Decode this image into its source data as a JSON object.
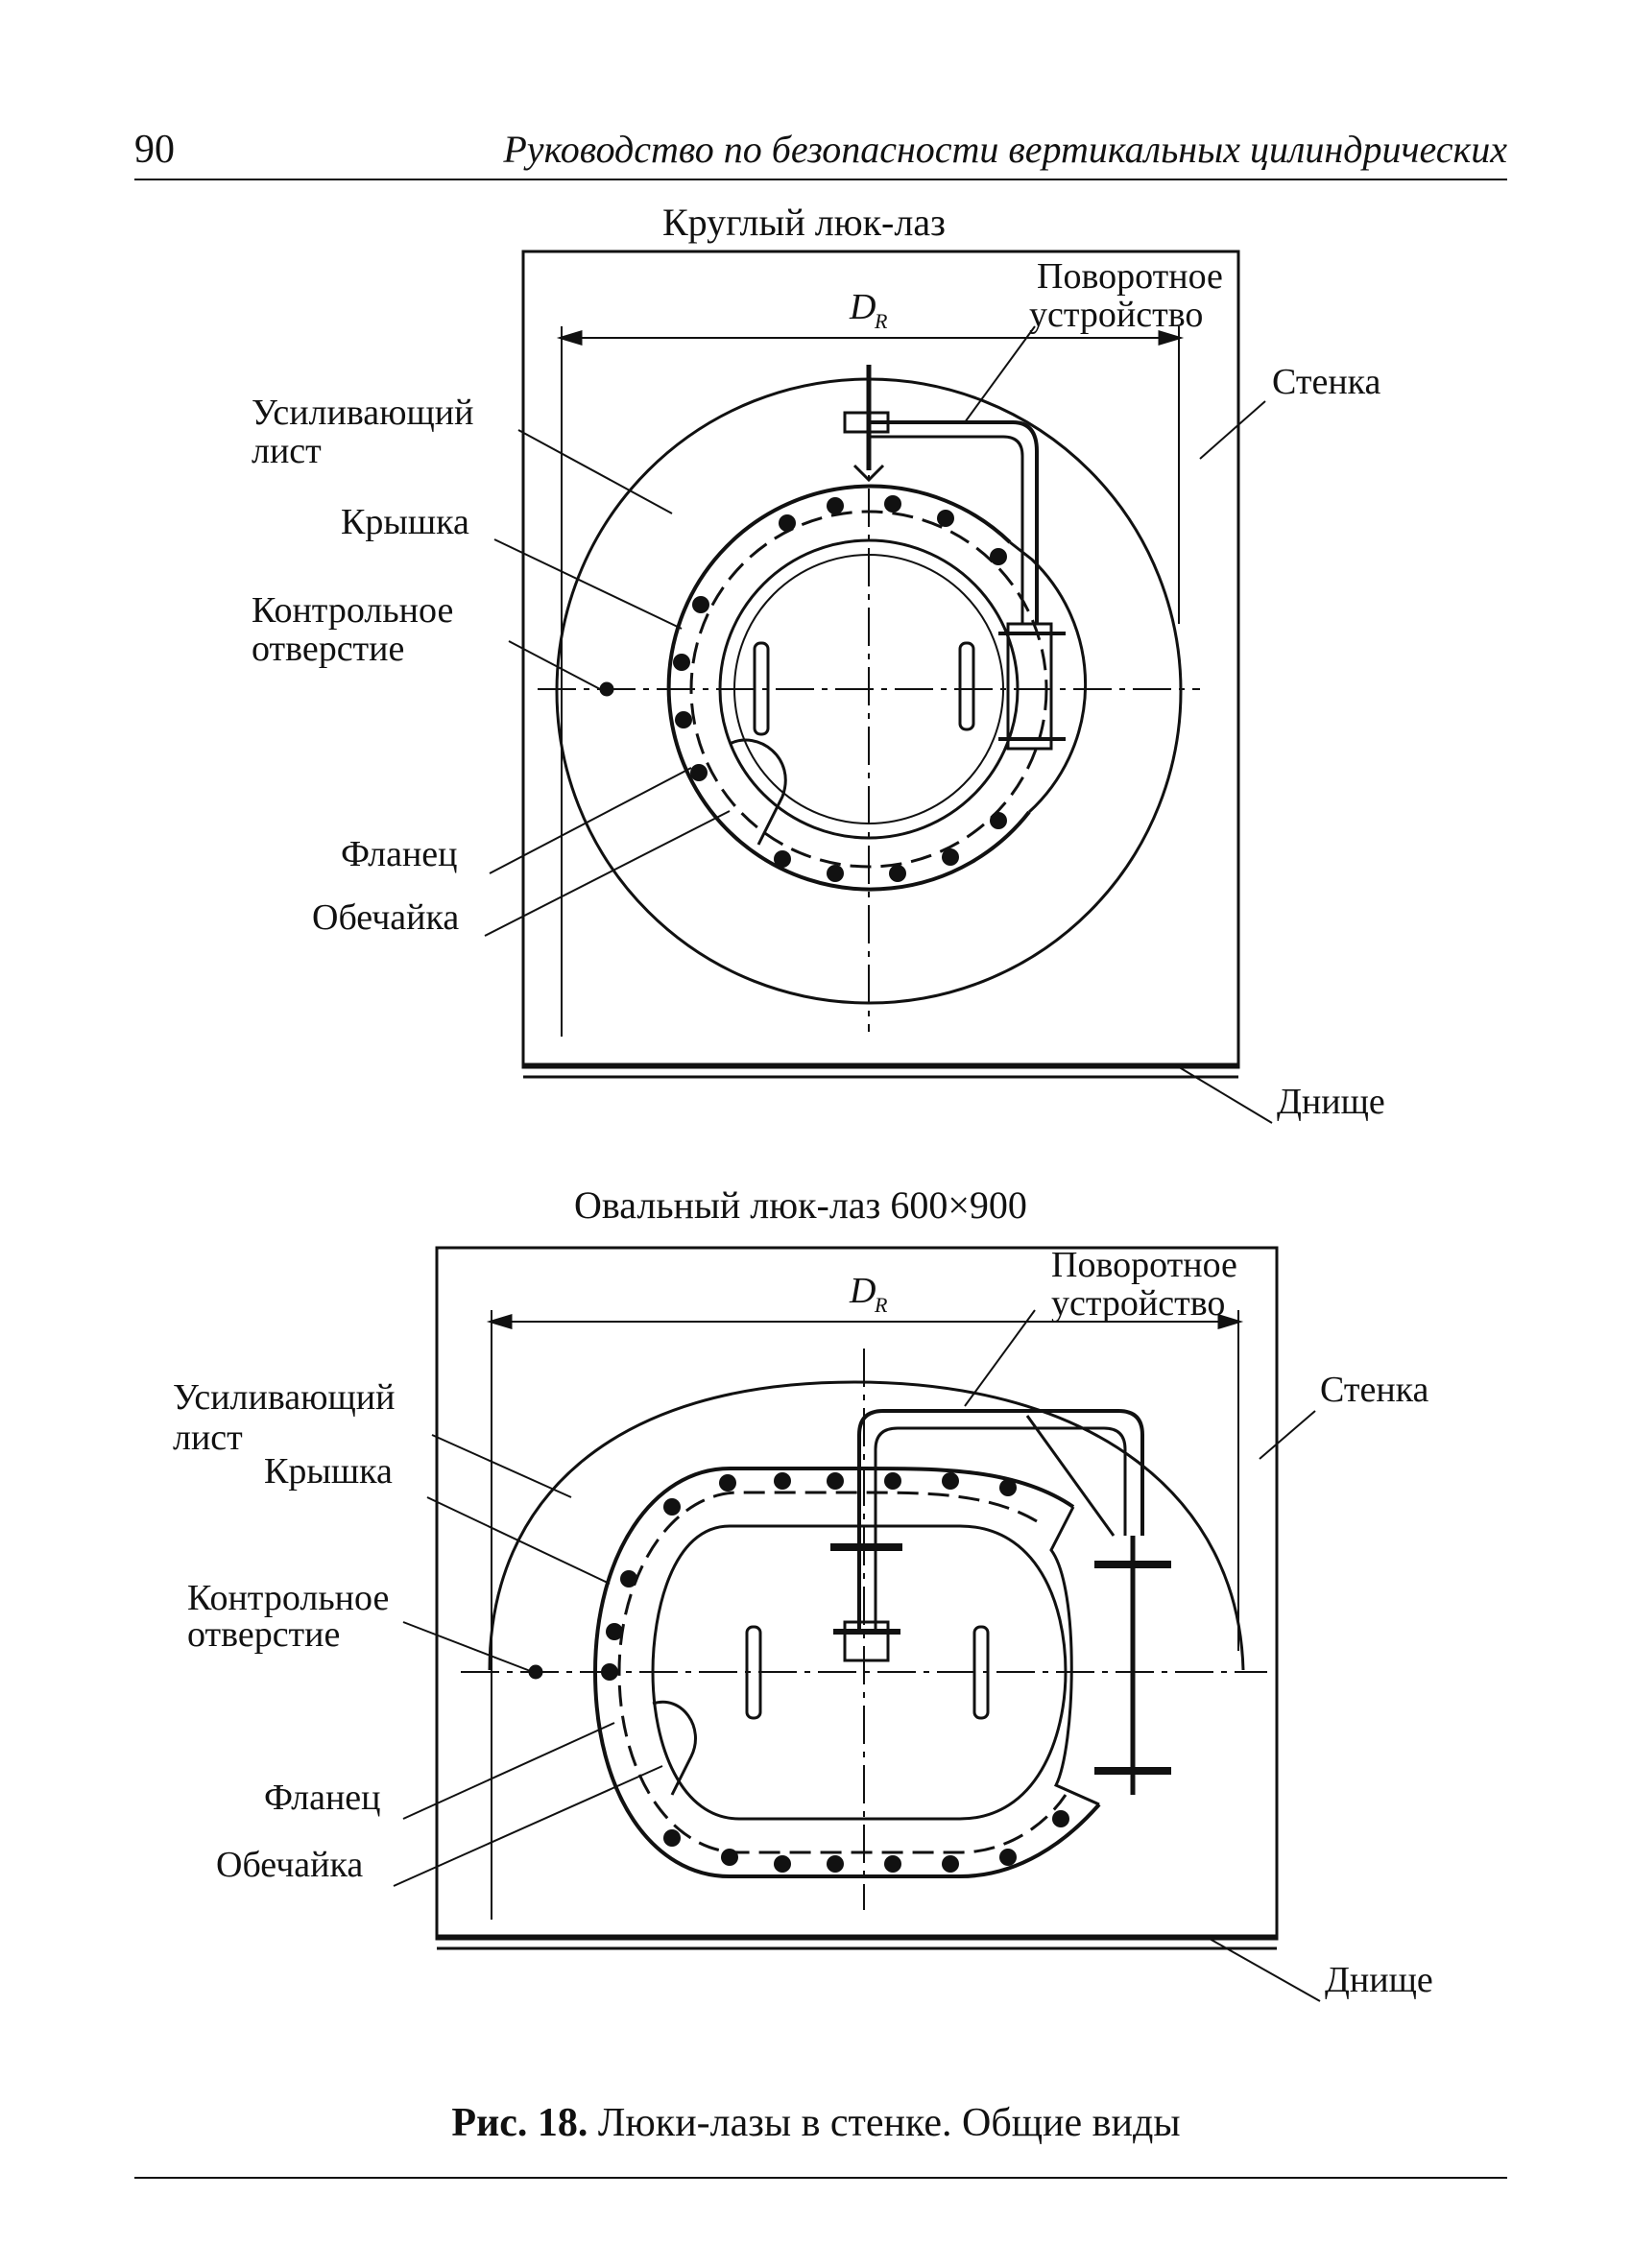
{
  "header": {
    "page_number": "90",
    "running_title": "Руководство по безопасности вертикальных цилиндрических"
  },
  "figures": [
    {
      "title": "Круглый люк-лаз",
      "labels": {
        "diameter": "D",
        "diameter_sub": "R",
        "swivel_1": "Поворотное",
        "swivel_2": "устройство",
        "wall": "Стенка",
        "plate_1": "Усиливающий",
        "plate_2": "лист",
        "cover": "Крышка",
        "hole_1": "Контрольное",
        "hole_2": "отверстие",
        "flange": "Фланец",
        "shell": "Обечайка",
        "bottom": "Днище"
      }
    },
    {
      "title": "Овальный люк-лаз 600×900",
      "labels": {
        "diameter": "D",
        "diameter_sub": "R",
        "swivel_1": "Поворотное",
        "swivel_2": "устройство",
        "wall": "Стенка",
        "plate_1": "Усиливающий",
        "plate_2": "лист",
        "cover": "Крышка",
        "hole_1": "Контрольное",
        "hole_2": "отверстие",
        "flange": "Фланец",
        "shell": "Обечайка",
        "bottom": "Днище"
      }
    }
  ],
  "caption": {
    "number": "Рис. 18.",
    "text": "Люки-лазы в стенке. Общие виды"
  }
}
